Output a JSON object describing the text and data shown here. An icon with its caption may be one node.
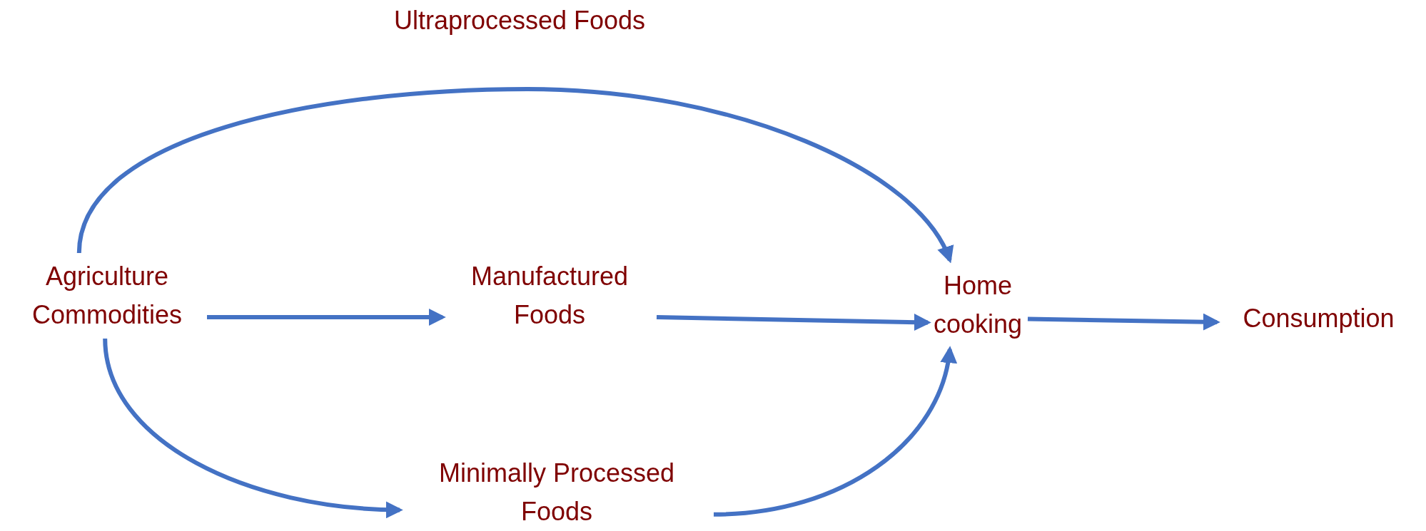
{
  "diagram": {
    "nodes": [
      {
        "text": [
          "Agriculture Commodities"
        ]
      },
      {
        "text": [
          "Manufactured Foods"
        ]
      },
      {
        "text": [
          "Home cooking"
        ]
      },
      {
        "text": [
          "Consumption"
        ]
      },
      {
        "text": [
          "Minimally Processed Foods"
        ]
      }
    ],
    "edges": [
      {
        "from": 0,
        "to": 2,
        "arrow": "to",
        "label": "Ultraprocessed Foods"
      },
      {
        "from": 0,
        "to": 1,
        "arrow": "to"
      },
      {
        "from": 1,
        "to": 2,
        "arrow": "to"
      },
      {
        "from": 2,
        "to": 3,
        "arrow": "to"
      },
      {
        "from": 0,
        "to": 4,
        "arrow": "to"
      },
      {
        "from": 4,
        "to": 2,
        "arrow": "to"
      }
    ]
  }
}
